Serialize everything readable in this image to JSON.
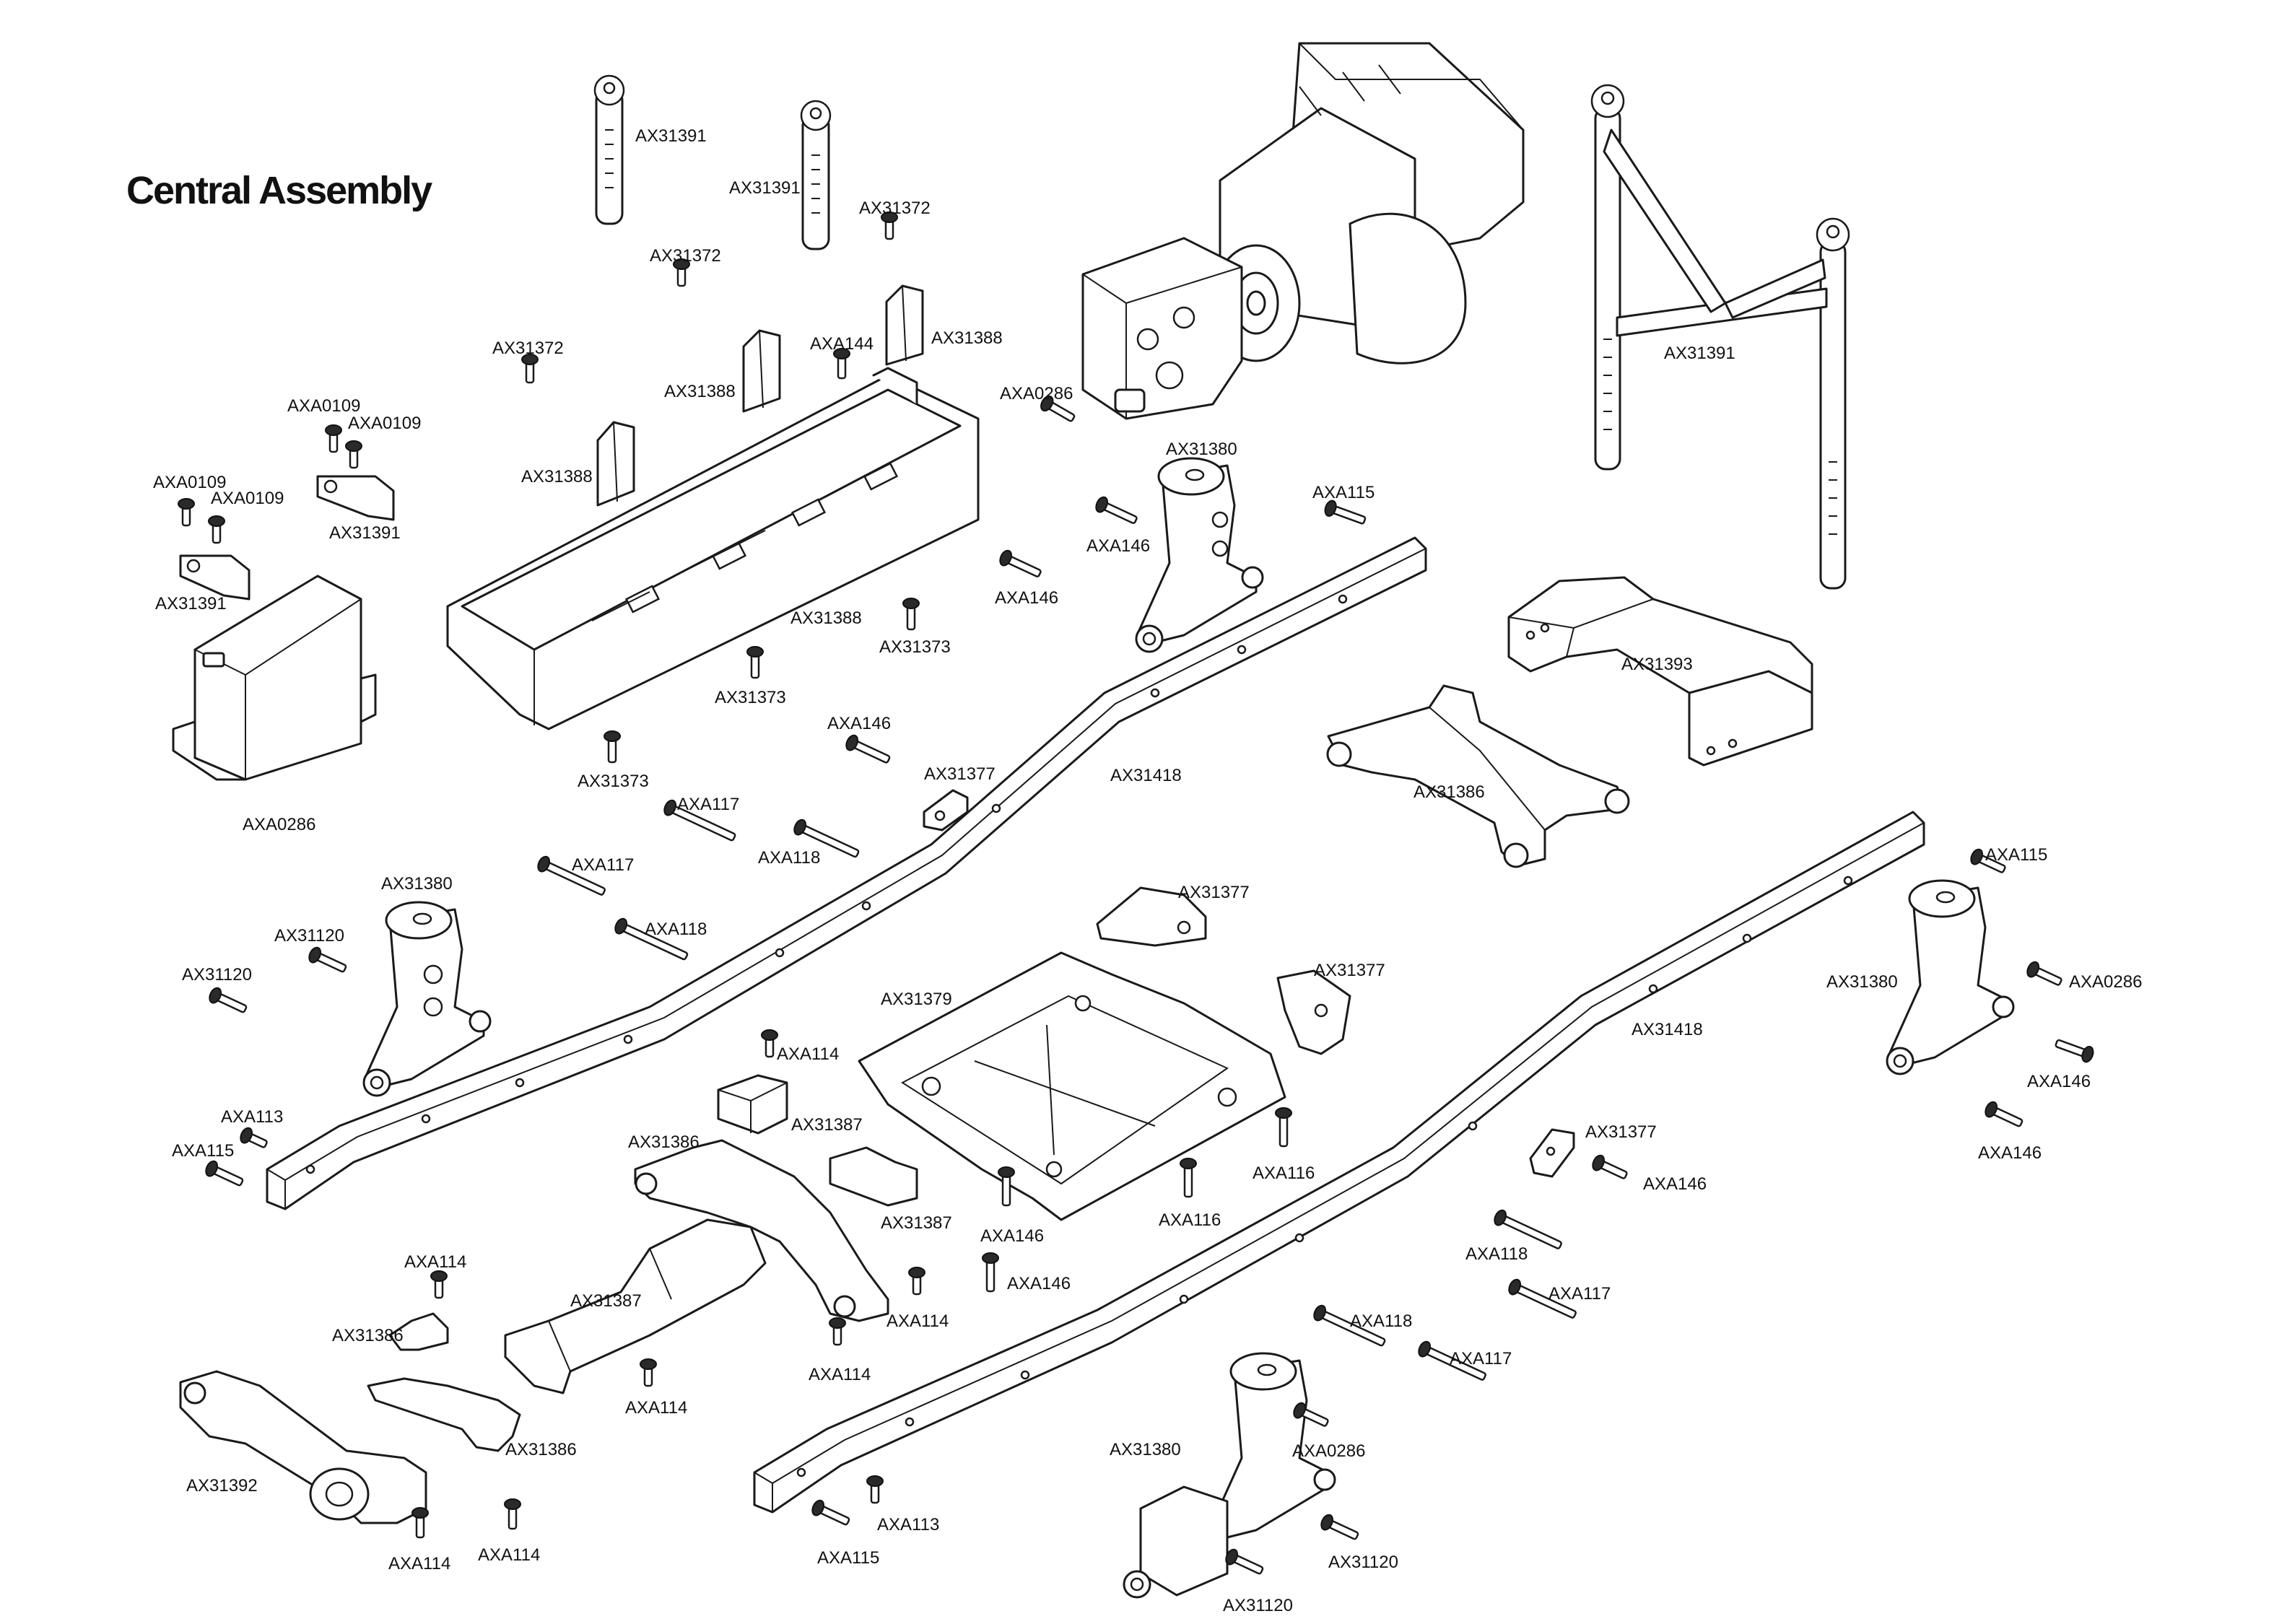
{
  "title": "Central Assembly",
  "labels": [
    {
      "id": "l1",
      "text": "AX31391"
    },
    {
      "id": "l2",
      "text": "AX31391"
    },
    {
      "id": "l3",
      "text": "AX31372"
    },
    {
      "id": "l4",
      "text": "AX31372"
    },
    {
      "id": "l5",
      "text": "AX31372"
    },
    {
      "id": "l6",
      "text": "AX31388"
    },
    {
      "id": "l7",
      "text": "AXA144"
    },
    {
      "id": "l8",
      "text": "AX31388"
    },
    {
      "id": "l9",
      "text": "AX31388"
    },
    {
      "id": "l10",
      "text": "AXA0109"
    },
    {
      "id": "l11",
      "text": "AXA0109"
    },
    {
      "id": "l12",
      "text": "AX31391"
    },
    {
      "id": "l13",
      "text": "AXA0109"
    },
    {
      "id": "l14",
      "text": "AXA0109"
    },
    {
      "id": "l15",
      "text": "AX31391"
    },
    {
      "id": "l16",
      "text": "AX31388"
    },
    {
      "id": "l17",
      "text": "AX31373"
    },
    {
      "id": "l18",
      "text": "AX31373"
    },
    {
      "id": "l19",
      "text": "AX31373"
    },
    {
      "id": "l20",
      "text": "AXA0286"
    },
    {
      "id": "l21",
      "text": "AX31380"
    },
    {
      "id": "l22",
      "text": "AXA115"
    },
    {
      "id": "l23",
      "text": "AXA146"
    },
    {
      "id": "l24",
      "text": "AXA146"
    },
    {
      "id": "l25",
      "text": "AX31391"
    },
    {
      "id": "l26",
      "text": "AX31393"
    },
    {
      "id": "l27",
      "text": "AX31386"
    },
    {
      "id": "l28",
      "text": "AX31418"
    },
    {
      "id": "l29",
      "text": "AXA146"
    },
    {
      "id": "l30",
      "text": "AX31377"
    },
    {
      "id": "l31",
      "text": "AXA117"
    },
    {
      "id": "l32",
      "text": "AXA118"
    },
    {
      "id": "l33",
      "text": "AXA0286"
    },
    {
      "id": "l34",
      "text": "AXA117"
    },
    {
      "id": "l35",
      "text": "AXA118"
    },
    {
      "id": "l36",
      "text": "AX31380"
    },
    {
      "id": "l37",
      "text": "AX31120"
    },
    {
      "id": "l38",
      "text": "AX31120"
    },
    {
      "id": "l39",
      "text": "AX31377"
    },
    {
      "id": "l40",
      "text": "AX31377"
    },
    {
      "id": "l41",
      "text": "AX31379"
    },
    {
      "id": "l42",
      "text": "AXA114"
    },
    {
      "id": "l43",
      "text": "AX31387"
    },
    {
      "id": "l44",
      "text": "AXA113"
    },
    {
      "id": "l45",
      "text": "AXA115"
    },
    {
      "id": "l46",
      "text": "AX31386"
    },
    {
      "id": "l47",
      "text": "AX31387"
    },
    {
      "id": "l48",
      "text": "AXA146"
    },
    {
      "id": "l49",
      "text": "AXA116"
    },
    {
      "id": "l50",
      "text": "AXA116"
    },
    {
      "id": "l51",
      "text": "AXA115"
    },
    {
      "id": "l52",
      "text": "AXA0286"
    },
    {
      "id": "l53",
      "text": "AX31380"
    },
    {
      "id": "l54",
      "text": "AX31418"
    },
    {
      "id": "l55",
      "text": "AXA146"
    },
    {
      "id": "l56",
      "text": "AXA146"
    },
    {
      "id": "l57",
      "text": "AX31377"
    },
    {
      "id": "l58",
      "text": "AXA146"
    },
    {
      "id": "l59",
      "text": "AXA118"
    },
    {
      "id": "l60",
      "text": "AXA117"
    },
    {
      "id": "l61",
      "text": "AXA114"
    },
    {
      "id": "l62",
      "text": "AX31386"
    },
    {
      "id": "l63",
      "text": "AX31387"
    },
    {
      "id": "l64",
      "text": "AXA114"
    },
    {
      "id": "l65",
      "text": "AXA114"
    },
    {
      "id": "l66",
      "text": "AXA146"
    },
    {
      "id": "l67",
      "text": "AXA118"
    },
    {
      "id": "l68",
      "text": "AXA117"
    },
    {
      "id": "l69",
      "text": "AX31386"
    },
    {
      "id": "l70",
      "text": "AXA114"
    },
    {
      "id": "l71",
      "text": "AX31392"
    },
    {
      "id": "l72",
      "text": "AXA114"
    },
    {
      "id": "l73",
      "text": "AXA114"
    },
    {
      "id": "l74",
      "text": "AXA0286"
    },
    {
      "id": "l75",
      "text": "AX31380"
    },
    {
      "id": "l76",
      "text": "AXA113"
    },
    {
      "id": "l77",
      "text": "AXA115"
    },
    {
      "id": "l78",
      "text": "AX31120"
    },
    {
      "id": "l79",
      "text": "AX31120"
    }
  ]
}
